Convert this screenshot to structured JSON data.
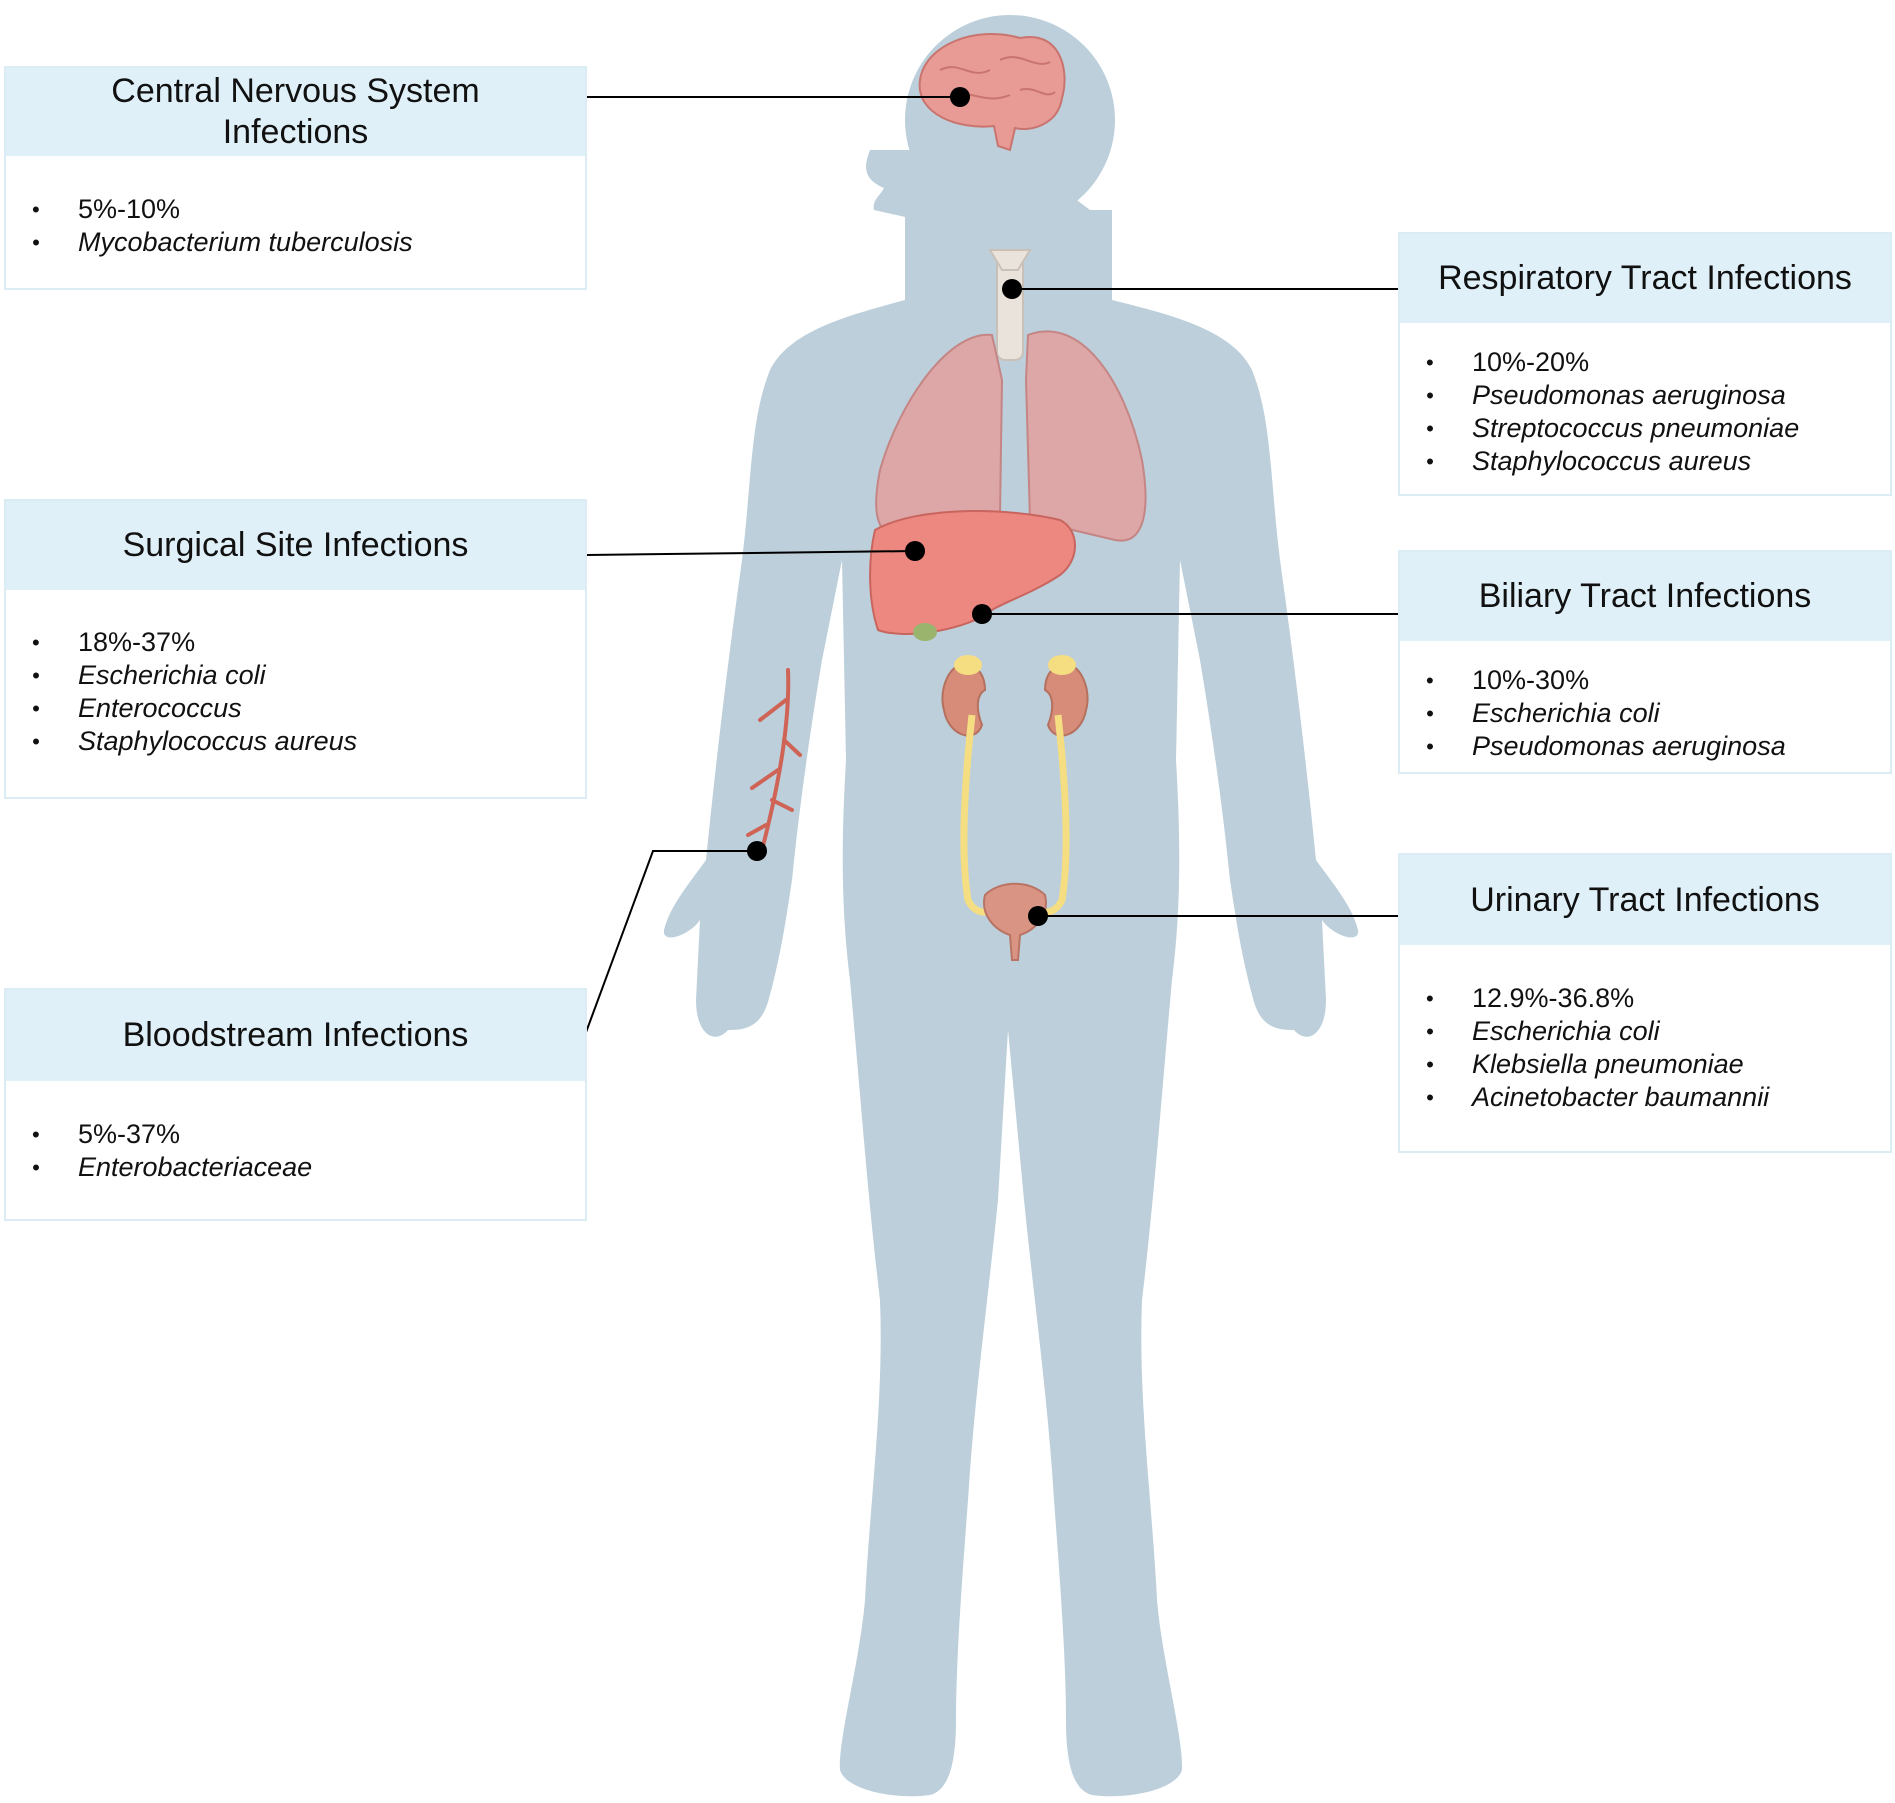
{
  "diagram": {
    "boxes": {
      "cns": {
        "title_lines": [
          "Central Nervous System",
          "Infections"
        ],
        "rate": "5%-10%",
        "pathogens": [
          "Mycobacterium tuberculosis"
        ]
      },
      "surgical": {
        "title_lines": [
          "Surgical Site Infections"
        ],
        "rate": "18%-37%",
        "pathogens": [
          "Escherichia coli",
          "Enterococcus",
          "Staphylococcus aureus"
        ]
      },
      "bloodstream": {
        "title_lines": [
          "Bloodstream Infections"
        ],
        "rate": "5%-37%",
        "pathogens": [
          "Enterobacteriaceae"
        ]
      },
      "respiratory": {
        "title_lines": [
          "Respiratory Tract Infections"
        ],
        "rate": "10%-20%",
        "pathogens": [
          "Pseudomonas aeruginosa",
          "Streptococcus pneumoniae",
          "Staphylococcus aureus"
        ]
      },
      "biliary": {
        "title_lines": [
          "Biliary Tract Infections"
        ],
        "rate": "10%-30%",
        "pathogens": [
          "Escherichia coli",
          "Pseudomonas aeruginosa"
        ]
      },
      "urinary": {
        "title_lines": [
          "Urinary Tract Infections"
        ],
        "rate": "12.9%-36.8%",
        "pathogens": [
          "Escherichia coli",
          "Klebsiella pneumoniae",
          "Acinetobacter baumannii"
        ]
      }
    },
    "colors": {
      "body": "#bccfdb",
      "header": "#e0f0f8",
      "border": "#dcecf4",
      "brain": "#e89a94",
      "lung": "#dca7a6",
      "liver": "#ec8880",
      "kidney": "#d68c79",
      "ureter": "#f5dd82",
      "bladder": "#d99483",
      "vein": "#cf6456",
      "connector": "#000000"
    }
  }
}
